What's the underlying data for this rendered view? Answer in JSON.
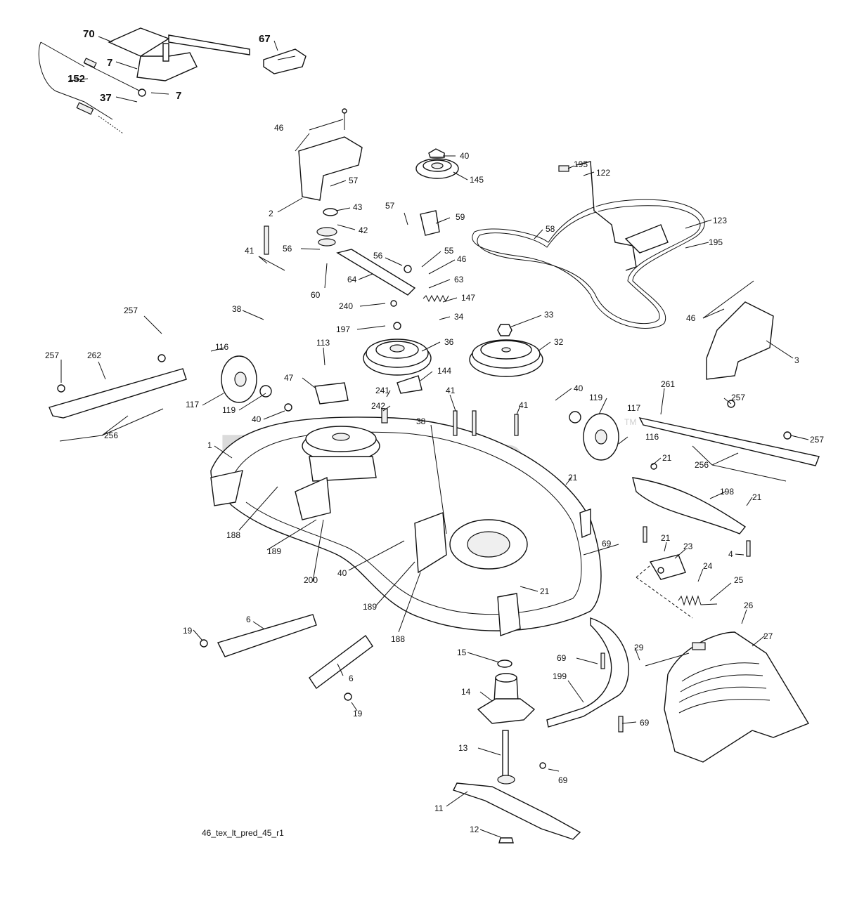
{
  "watermark": {
    "text": "PartsTree",
    "trademark": "TM"
  },
  "file_label": "46_tex_lt_pred_45_r1",
  "callouts": {
    "c70": "70",
    "c67": "67",
    "c7a": "7",
    "c7b": "7",
    "c152": "152",
    "c37": "37",
    "c46a": "46",
    "c2": "2",
    "c57a": "57",
    "c43": "43",
    "c42": "42",
    "c56a": "56",
    "c60": "60",
    "c41a": "41",
    "c38a": "38",
    "c40a": "40",
    "c145": "145",
    "c57b": "57",
    "c59": "59",
    "c56b": "56",
    "c55": "55",
    "c46b": "46",
    "c64": "64",
    "c63": "63",
    "c147": "147",
    "c240": "240",
    "c34": "34",
    "c197": "197",
    "c33": "33",
    "c36": "36",
    "c32": "32",
    "c195a": "195",
    "c122": "122",
    "c123": "123",
    "c195b": "195",
    "c58": "58",
    "c46c": "46",
    "c3": "3",
    "c257a": "257",
    "c257b": "257",
    "c262": "262",
    "c116a": "116",
    "c113": "113",
    "c47": "47",
    "c144": "144",
    "c241": "241",
    "c242": "242",
    "c117a": "117",
    "c119a": "119",
    "c40b": "40",
    "c256a": "256",
    "c41b": "41",
    "c41c": "41",
    "c40c": "40",
    "c119b": "119",
    "c117b": "117",
    "c261": "261",
    "c257c": "257",
    "c257d": "257",
    "c116b": "116",
    "c256b": "256",
    "c38b": "38",
    "c1": "1",
    "c21a": "21",
    "c21b": "21",
    "c198": "198",
    "c21c": "21",
    "c188a": "188",
    "c189a": "189",
    "c200": "200",
    "c40d": "40",
    "c69a": "69",
    "c4": "4",
    "c21d": "21",
    "c23": "23",
    "c24": "24",
    "c25": "25",
    "c21e": "21",
    "c189b": "189",
    "c188b": "188",
    "c26": "26",
    "c19a": "19",
    "c6a": "6",
    "c6b": "6",
    "c15": "15",
    "c29": "29",
    "c27": "27",
    "c69b": "69",
    "c19b": "19",
    "c14": "14",
    "c199": "199",
    "c69c": "69",
    "c13": "13",
    "c69d": "69",
    "c11": "11",
    "c12": "12"
  }
}
